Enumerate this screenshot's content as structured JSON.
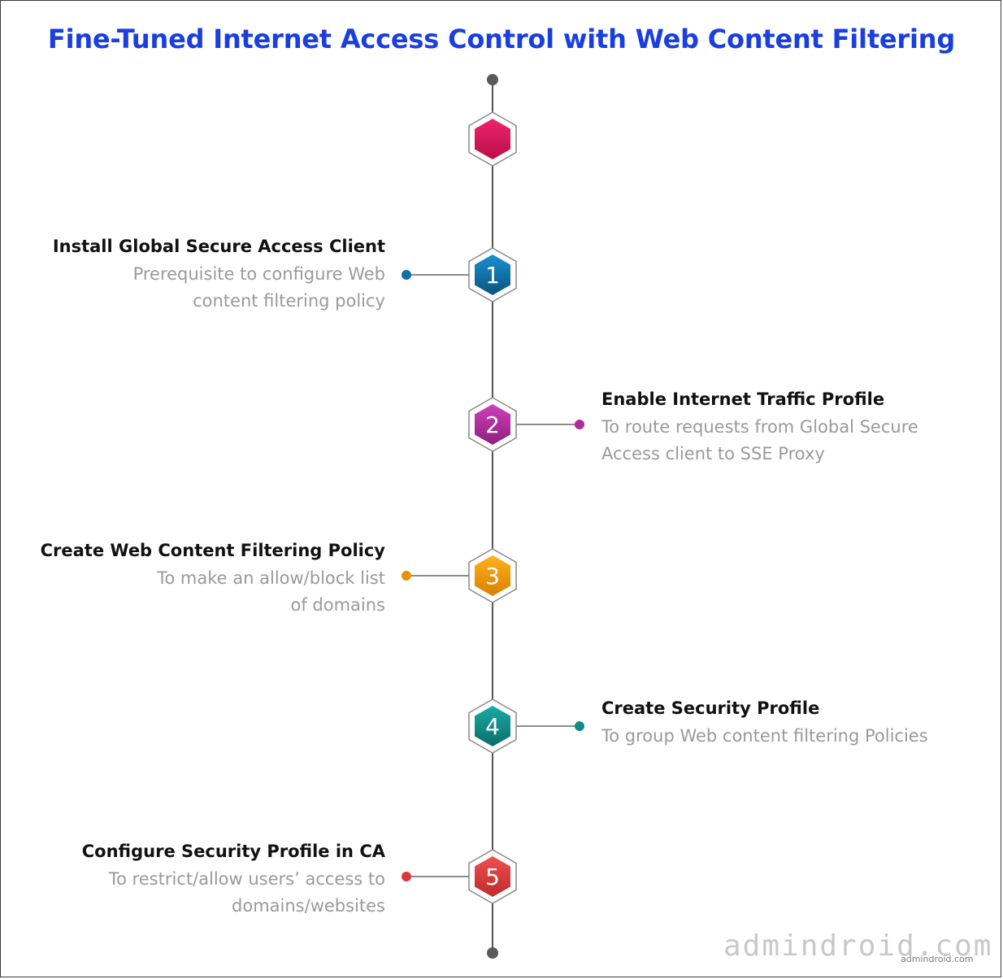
{
  "title": "Fine-Tuned Internet Access Control with Web Content Filtering",
  "start_marker": {
    "icon": "hexagon-start-icon",
    "color": "#d4145a"
  },
  "steps": [
    {
      "number": "1",
      "title": "Install Global Secure Access Client",
      "description": "Prerequisite to configure Web content filtering policy",
      "side": "left",
      "color": "#0b6fa8"
    },
    {
      "number": "2",
      "title": "Enable Internet Traffic Profile",
      "description": "To route requests from Global Secure Access client to SSE Proxy",
      "side": "right",
      "color": "#b4299f"
    },
    {
      "number": "3",
      "title": "Create Web Content Filtering Policy",
      "description": "To make an allow/block list of domains",
      "side": "left",
      "color": "#e59400"
    },
    {
      "number": "4",
      "title": "Create Security Profile",
      "description": "To group Web content filtering Policies",
      "side": "right",
      "color": "#0f8c88"
    },
    {
      "number": "5",
      "title": "Configure Security Profile in CA",
      "description": "To restrict/allow users’ access to domains/websites",
      "side": "left",
      "color": "#d63a3a"
    }
  ],
  "watermark": {
    "brand": "admindroid.com",
    "small": "admindroid.com"
  }
}
